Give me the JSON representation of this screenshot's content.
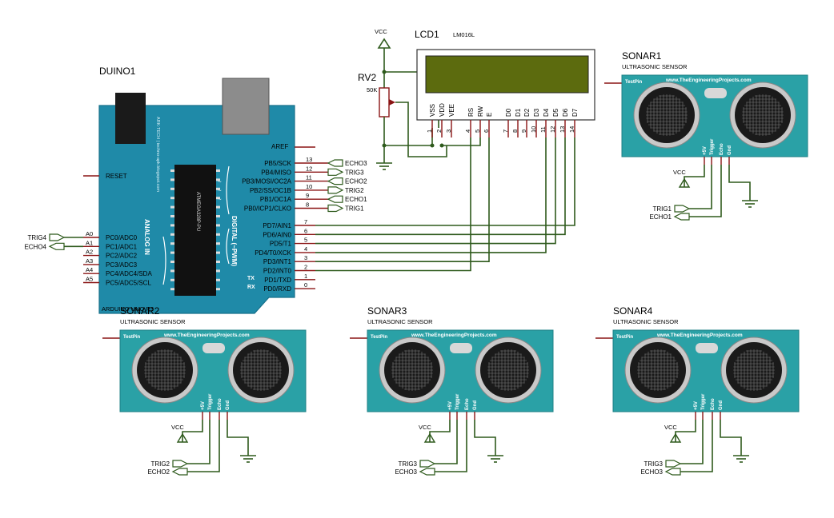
{
  "title": "",
  "labels": {
    "vcc": "VCC",
    "gnd_hint": "",
    "lcd_ref": "LCD1",
    "lcd_model": "LM016L",
    "rv_ref": "RV2",
    "rv_value": "50K",
    "duino_ref": "DUINO1",
    "duino_model": "ARDUINO UNO R3",
    "sonar_model": "ULTRASONIC SENSOR",
    "sonar_site": "www.TheEngineeringProjects.com",
    "sonar_testpin": "TestPin",
    "sonar_pins": [
      "+5V",
      "Trigger",
      "Echo",
      "Gnd"
    ],
    "aref": "AREF",
    "reset": "RESET",
    "analog_in": "ANALOG IN",
    "digital_pwm": "DIGITAL (~PWM)",
    "board_brand": "ARK-TECH | techno-apk.blogspot.com",
    "chip_label": "ATMEGA328P-PU",
    "tx": "TX",
    "rx": "RX"
  },
  "lcd_pins": [
    {
      "name": "VSS",
      "num": "1"
    },
    {
      "name": "VDD",
      "num": "2"
    },
    {
      "name": "VEE",
      "num": "3"
    },
    {
      "name": "RS",
      "num": "4"
    },
    {
      "name": "RW",
      "num": "5"
    },
    {
      "name": "E",
      "num": "6"
    },
    {
      "name": "D0",
      "num": "7"
    },
    {
      "name": "D1",
      "num": "8"
    },
    {
      "name": "D2",
      "num": "9"
    },
    {
      "name": "D3",
      "num": "10"
    },
    {
      "name": "D4",
      "num": "11"
    },
    {
      "name": "D5",
      "num": "12"
    },
    {
      "name": "D6",
      "num": "13"
    },
    {
      "name": "D7",
      "num": "14"
    }
  ],
  "digital_upper": [
    {
      "name": "PB5/SCK",
      "num": "13",
      "net": "ECHO3"
    },
    {
      "name": "PB4/MISO",
      "num": "12",
      "net": "TRIG3"
    },
    {
      "name": "PB3/MOSI/OC2A",
      "num": "11",
      "net": "ECHO2"
    },
    {
      "name": "PB2/SS/OC1B",
      "num": "10",
      "net": "TRIG2"
    },
    {
      "name": "PB1/OC1A",
      "num": "9",
      "net": "ECHO1"
    },
    {
      "name": "PB0/ICP1/CLKO",
      "num": "8",
      "net": "TRIG1"
    }
  ],
  "digital_lower": [
    {
      "name": "PD7/AIN1",
      "num": "7"
    },
    {
      "name": "PD6/AIN0",
      "num": "6"
    },
    {
      "name": "PD5/T1",
      "num": "5"
    },
    {
      "name": "PD4/T0/XCK",
      "num": "4"
    },
    {
      "name": "PD3/INT1",
      "num": "3"
    },
    {
      "name": "PD2/INT0",
      "num": "2"
    },
    {
      "name": "PD1/TXD",
      "num": "1"
    },
    {
      "name": "PD0/RXD",
      "num": "0"
    }
  ],
  "analog_pins": [
    {
      "name": "PC0/ADC0",
      "num": "A0",
      "net": "TRIG4"
    },
    {
      "name": "PC1/ADC1",
      "num": "A1",
      "net": "ECHO4"
    },
    {
      "name": "PC2/ADC2",
      "num": "A2",
      "net": ""
    },
    {
      "name": "PC3/ADC3",
      "num": "A3",
      "net": ""
    },
    {
      "name": "PC4/ADC4/SDA",
      "num": "A4",
      "net": ""
    },
    {
      "name": "PC5/ADC5/SCL",
      "num": "A5",
      "net": ""
    }
  ],
  "sonars": [
    {
      "ref": "SONAR1",
      "trig": "TRIG1",
      "echo": "ECHO1"
    },
    {
      "ref": "SONAR2",
      "trig": "TRIG2",
      "echo": "ECHO2"
    },
    {
      "ref": "SONAR3",
      "trig": "TRIG3",
      "echo": "ECHO3"
    },
    {
      "ref": "SONAR4",
      "trig": "TRIG3",
      "echo": "ECHO3"
    }
  ],
  "colors": {
    "board": "#1f8aa8",
    "board_dark": "#17708a",
    "sonar": "#2aa1a6",
    "lcd_screen": "#5c6b0e",
    "wire": "#2e5a1c",
    "pin": "#8a1414"
  }
}
